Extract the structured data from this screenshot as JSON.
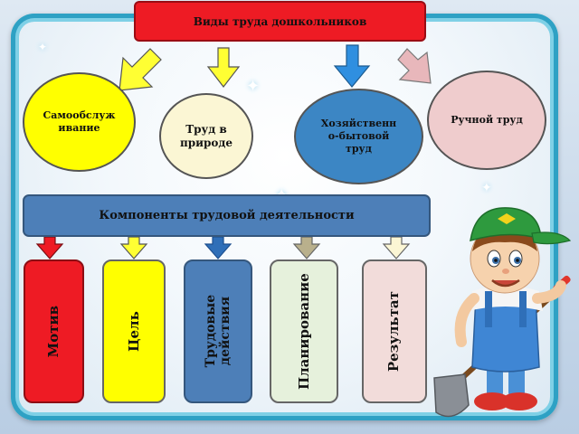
{
  "title": "Виды труда дошкольников",
  "types": [
    {
      "label": "Самообслуж ивание"
    },
    {
      "label": "Труд в природе"
    },
    {
      "label": "Хозяйственн о-бытовой труд"
    },
    {
      "label": "Ручной труд"
    }
  ],
  "components_title": "Компоненты трудовой деятельности",
  "components": [
    {
      "label": "Мотив"
    },
    {
      "label": "Цель"
    },
    {
      "label": "Трудовые действия"
    },
    {
      "label": "Планирование"
    },
    {
      "label": "Результат"
    }
  ],
  "colors": {
    "title": "#ee1b24",
    "self_service": "#ffff00",
    "nature": "#fbf6d4",
    "household": "#3c86c4",
    "manual": "#efcccd",
    "components_bar": "#4d7fb8",
    "motive": "#ee1b24",
    "goal": "#ffff00",
    "actions": "#4d7fb8",
    "planning": "#e6f1dc",
    "result": "#f2dcda",
    "frame": "#2ea1c4"
  }
}
